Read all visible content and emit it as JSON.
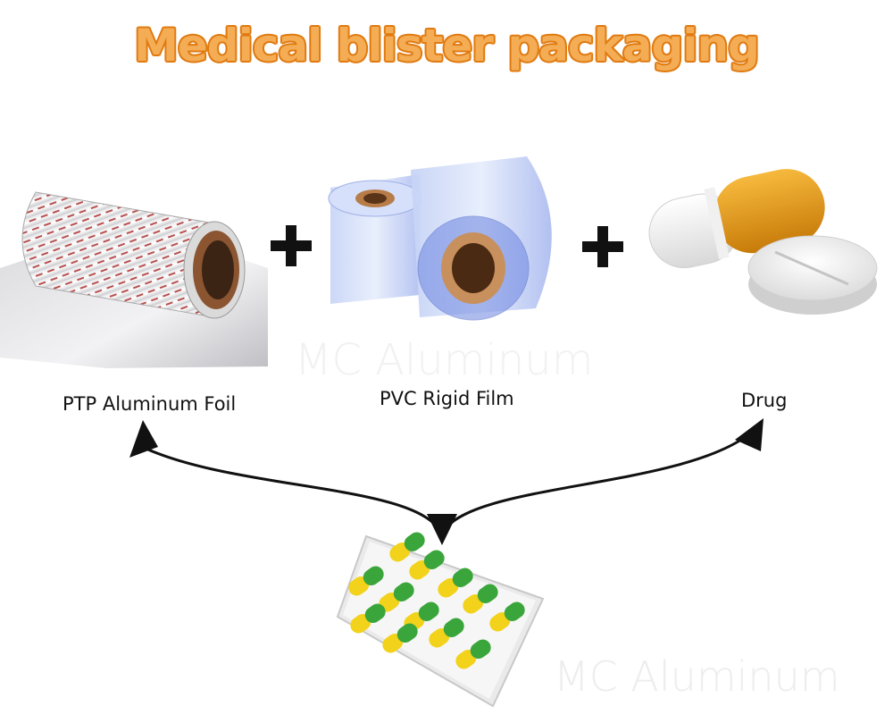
{
  "title": "Medical blister packaging",
  "components": [
    {
      "label": "PTP Aluminum Foil"
    },
    {
      "label": "PVC Rigid Film"
    },
    {
      "label": "Drug"
    }
  ],
  "watermarks": [
    "MC Aluminum",
    "MC Aluminum"
  ],
  "colors": {
    "title_fill": "#f4ad55",
    "title_outline": "#e07a10",
    "arrow": "#111111"
  }
}
